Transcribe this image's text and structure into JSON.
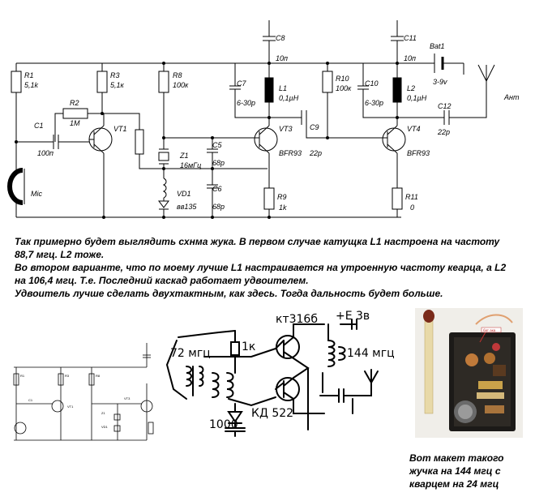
{
  "schematic_top": {
    "components": {
      "R1": "R1",
      "R1_val": "5,1k",
      "R2": "R2",
      "R2_val": "1M",
      "R3": "R3",
      "R3_val": "5,1к",
      "R8": "R8",
      "R8_val": "100к",
      "R9": "R9",
      "R9_val": "1k",
      "R10": "R10",
      "R10_val": "100к",
      "R11": "R11",
      "R11_val": "0",
      "C1": "C1",
      "C1_val": "100п",
      "C5": "C5",
      "C5_val": "68р",
      "C6": "C6",
      "C6_val": "68р",
      "C7": "C7",
      "C7_val": "6-30р",
      "C8": "C8",
      "C8_val": "10п",
      "C9": "C9",
      "C9_val": "22р",
      "C10": "C10",
      "C10_val": "6-30р",
      "C11": "C11",
      "C11_val": "10п",
      "C12": "C12",
      "C12_val": "22р",
      "VT1": "VT1",
      "VT3": "VT3",
      "VT3_type": "BFR93",
      "VT4": "VT4",
      "VT4_type": "BFR93",
      "L1": "L1",
      "L1_val": "0,1µH",
      "L2": "L2",
      "L2_val": "0,1µH",
      "Z1": "Z1",
      "Z1_val": "16мГц",
      "VD1": "VD1",
      "VD1_val": "вв135",
      "Bat1": "Bat1",
      "Bat1_val": "3-9v",
      "mic": "Mic",
      "antenna": "Ант"
    }
  },
  "description": [
    "Так примерно будет выглядить схнма жука. В первом случае катущка L1 настроена на частоту 88,7 мгц. L2 тоже.",
    "Во втором варианте, что по моему лучше L1 настраивается на утроенную частоту кеарца, а L2 на 106,4 мгц. Т.е. Последний каскад работает удвоителем.",
    "Удвоитель лучше сделать двухтактным, как здесь. Тогда дальность будет больше."
  ],
  "sketch": {
    "freq_in": "72 мгц",
    "freq_out": "144 мгц",
    "transistor": "кт316б",
    "supply": "+Е 3в",
    "resistor": "1к",
    "diode": "КД 522",
    "capacitor": "1000"
  },
  "photo": {
    "board_label": "бат ака"
  },
  "caption": [
    "Вот макет такого",
    "жучка на 144 мгц с",
    "кварцем на 24 мгц"
  ]
}
